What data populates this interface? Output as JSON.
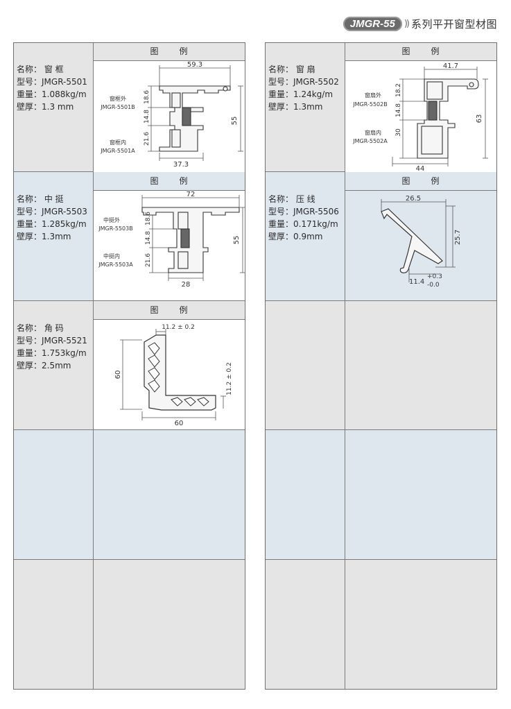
{
  "header": {
    "badge": "JMGR-55",
    "chevrons": "))",
    "title": "系列平开窗型材图"
  },
  "diagram_header": "图　　例",
  "products": {
    "p5501": {
      "name": "名称：  窗 框",
      "model": "型号：JMGR-5501",
      "weight": "重量：1.088kg/m",
      "wall": "壁厚：1.3 mm",
      "dims": {
        "top": "59.3",
        "a": "18.6",
        "b": "14.8",
        "c": "21.6",
        "side": "55",
        "bottom": "37.3"
      },
      "labels": [
        "窗框外",
        "JMGR-5501B",
        "窗框内",
        "JMGR-5501A"
      ]
    },
    "p5502": {
      "name": "名称：  窗 扇",
      "model": "型号：JMGR-5502",
      "weight": "重量：1.24kg/m",
      "wall": "壁厚：1.3mm",
      "dims": {
        "top": "41.7",
        "a": "18.2",
        "b": "14.8",
        "c": "30",
        "side": "63",
        "bottom": "44"
      },
      "labels": [
        "窗扇外",
        "JMGR-5502B",
        "窗扇内",
        "JMGR-5502A"
      ]
    },
    "p5503": {
      "name": "名称：  中 挺",
      "model": "型号：JMGR-5503",
      "weight": "重量：1.285kg/m",
      "wall": "壁厚：1.3mm",
      "dims": {
        "top": "72",
        "a": "18.6",
        "b": "14.8",
        "c": "21.6",
        "side": "55",
        "bottom": "28"
      },
      "labels": [
        "中挺外",
        "JMGR-5503B",
        "中挺内",
        "JMGR-5503A"
      ]
    },
    "p5506": {
      "name": "名称：  压 线",
      "model": "型号：JMGR-5506",
      "weight": "重量：0.171kg/m",
      "wall": "壁厚：0.9mm",
      "dims": {
        "top": "26.5",
        "side": "25.7",
        "bottom": "11.4",
        "tol_plus": "+0.3",
        "tol_minus": "-0.0"
      }
    },
    "p5521": {
      "name": "名称：  角 码",
      "model": "型号：JMGR-5521",
      "weight": "重量：1.753kg/m",
      "wall": "壁厚：2.5mm",
      "dims": {
        "top": "11.2 ± 0.2",
        "left": "60",
        "right": "11.2 ± 0.2",
        "bottom": "60"
      }
    }
  }
}
